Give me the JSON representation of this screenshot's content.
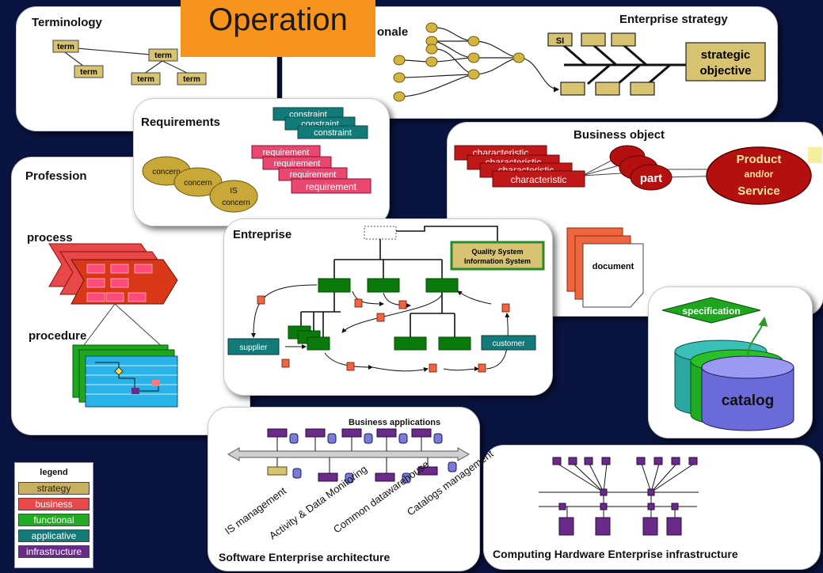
{
  "banner": "Operation",
  "panels": {
    "terminology": {
      "title": "Terminology",
      "term": "term"
    },
    "strategy": {
      "title": "Enterprise strategy",
      "rationale_fragment": "onale",
      "si": "SI",
      "objective_line1": "strategic",
      "objective_line2": "objective"
    },
    "requirements": {
      "title": "Requirements",
      "constraint": "constraint",
      "requirement": "requirement",
      "concern": "concern",
      "is_concern_1": "IS",
      "is_concern_2": "concern"
    },
    "business_object": {
      "title": "Business object",
      "characteristic": "characteristic",
      "part": "part",
      "product_1": "Product",
      "product_2": "and/or",
      "product_3": "Service",
      "document": "document"
    },
    "profession": {
      "title": "Profession",
      "process": "process",
      "procedure": "procedure"
    },
    "entreprise": {
      "title": "Entreprise",
      "quality_1": "Quality System",
      "quality_2": "Information System",
      "supplier": "supplier",
      "customer": "customer"
    },
    "catalog": {
      "specification": "specification",
      "catalog": "catalog"
    },
    "software": {
      "title": "Software Enterprise architecture",
      "business_apps": "Business applications",
      "labels": [
        "IS management",
        "Activity & Data Monitoring",
        "Common datawarehouse",
        "Catalogs management"
      ]
    },
    "hardware": {
      "title": "Computing Hardware Enterprise infrastructure"
    }
  },
  "legend": {
    "title": "legend",
    "items": [
      {
        "label": "strategy",
        "color": "#c8b060",
        "text_color": "#222222"
      },
      {
        "label": "business",
        "color": "#e84848",
        "text_color": "#ffffff"
      },
      {
        "label": "functional",
        "color": "#22aa22",
        "text_color": "#ffffff"
      },
      {
        "label": "applicative",
        "color": "#137a7a",
        "text_color": "#ffffff"
      },
      {
        "label": "infrastructure",
        "color": "#6a2a8a",
        "text_color": "#ffffff"
      }
    ]
  },
  "colors": {
    "background": "#0a1440",
    "banner": "#f7941d",
    "strategy": "#d8c470",
    "business": "#e84848",
    "functional": "#118811",
    "applicative": "#137a7a",
    "infrastructure": "#6a2a8a",
    "dark_red": "#aa1010"
  }
}
